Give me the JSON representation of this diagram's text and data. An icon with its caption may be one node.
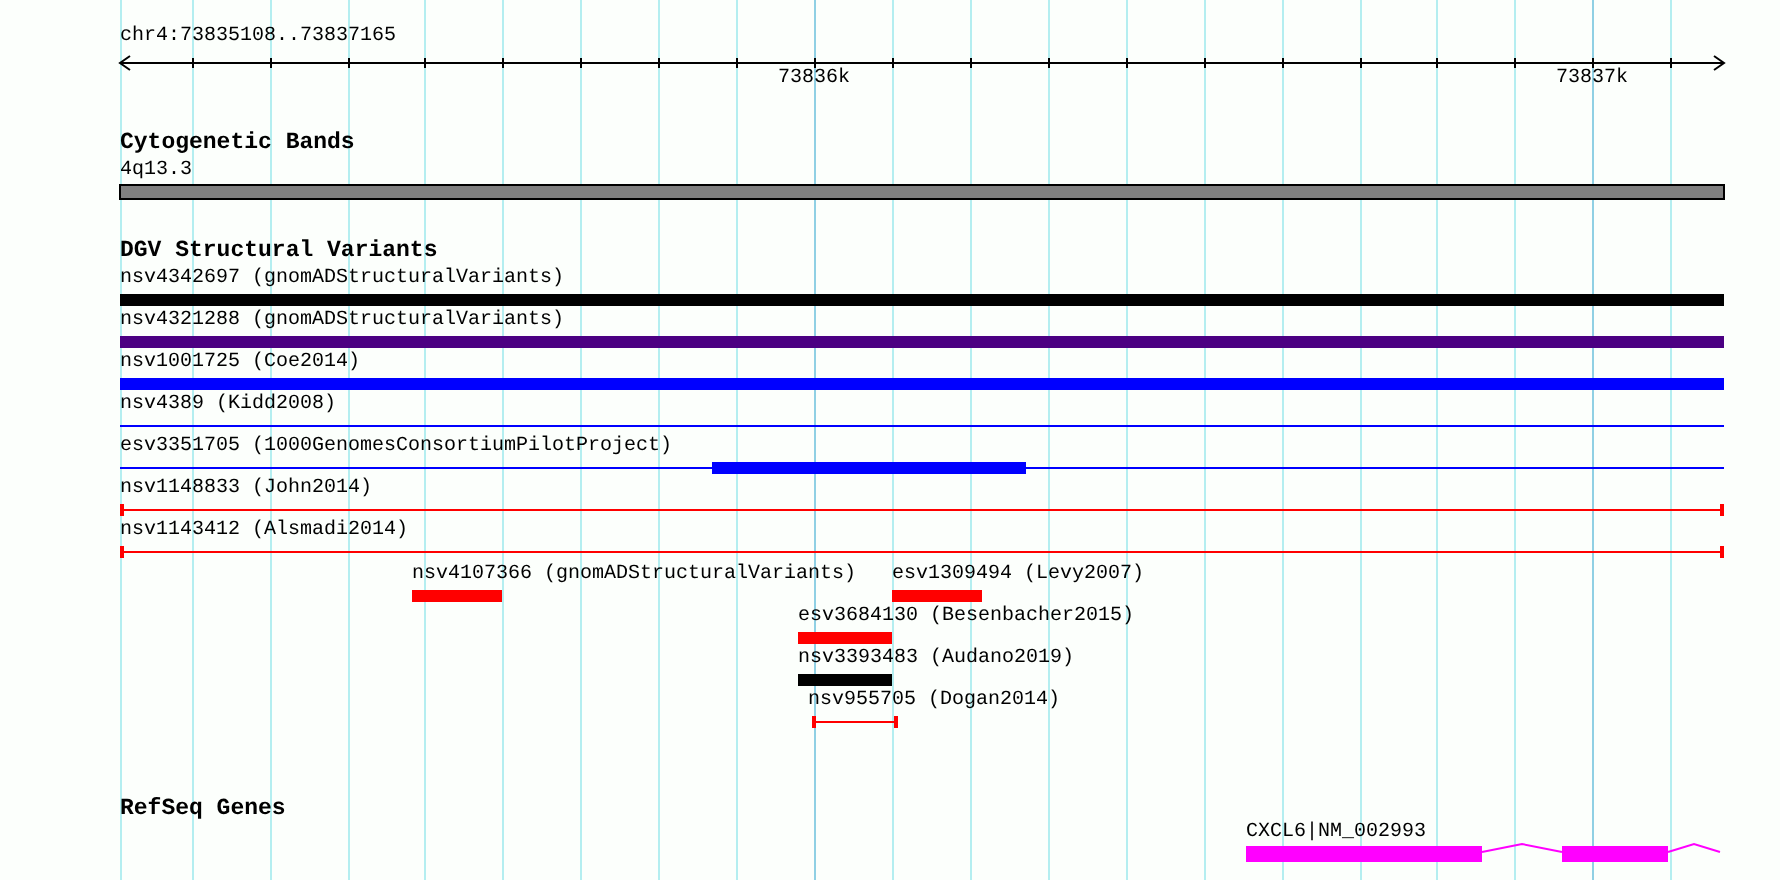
{
  "diagram": {
    "nodes": [
      {
        "text": [
          "4q13.3"
        ]
      },
      {
        "text": [
          "nsv4342697 (gnomADStructuralVariants)"
        ]
      },
      {
        "text": [
          "nsv4321288 (gnomADStructuralVariants)"
        ]
      },
      {
        "text": [
          "nsv1001725 (Coe2014)"
        ]
      },
      {
        "text": [
          "nsv4389 (Kidd2008)"
        ]
      },
      {
        "text": [
          "esv3351705 (1000GenomesConsortiumPilotProject)"
        ]
      },
      {
        "text": [
          "nsv1148833 (John2014)"
        ]
      },
      {
        "text": [
          "nsv1143412 (Alsmadi2014)"
        ]
      },
      {
        "text": [
          "nsv4107366 (gnomADStructuralVariants)"
        ]
      },
      {
        "text": [
          "esv1309494 (Levy2007)"
        ]
      },
      {
        "text": [
          "esv3684130 (Besenbacher2015)"
        ]
      },
      {
        "text": [
          "nsv3393483 (Audano2019)"
        ]
      },
      {
        "text": [
          "nsv955705 (Dogan2014)"
        ]
      },
      {
        "text": [
          "CXCL6|NM_002993"
        ]
      }
    ],
    "labels": [
      "chr4:73835108..73837165",
      "73836k",
      "73837k",
      "Cytogenetic Bands",
      "DGV Structural Variants",
      "RefSeq Genes"
    ]
  }
}
